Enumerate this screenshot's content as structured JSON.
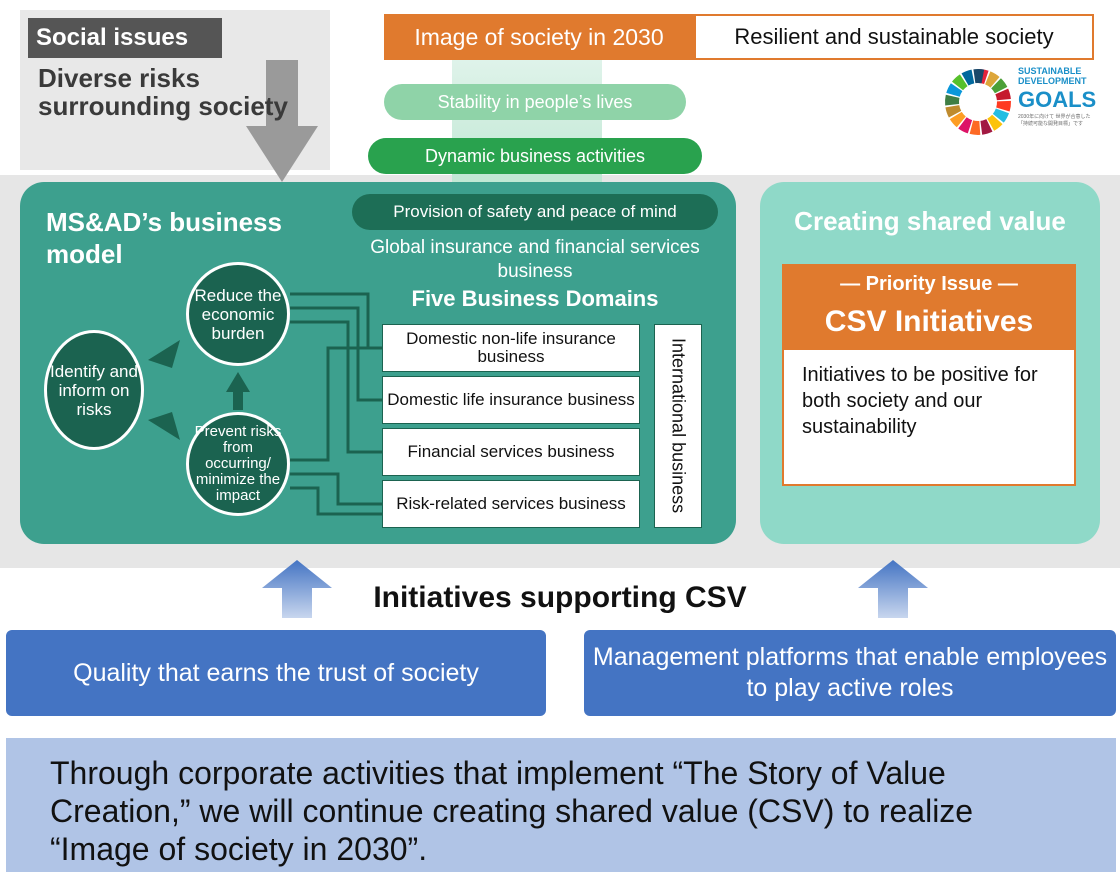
{
  "social": {
    "label": "Social issues",
    "text": "Diverse risks surrounding society"
  },
  "image2030": {
    "label": "Image of society in 2030",
    "value": "Resilient and sustainable society"
  },
  "sdg": {
    "title": "SUSTAINABLE DEVELOPMENT",
    "goals": "GOALS",
    "small_text": "2030年に向けて 世界が合意した 「持続可能な開発目標」です"
  },
  "pills": {
    "stability": "Stability in people’s lives",
    "dynamic": "Dynamic business activities",
    "safety": "Provision of safety and peace of mind"
  },
  "model": {
    "title": "MS&AD’s business model",
    "global": "Global insurance and financial services business",
    "domains_title": "Five Business Domains",
    "identify": "Identify and inform on risks",
    "reduce": "Reduce the economic burden",
    "prevent": "Prevent risks from occurring/ minimize the impact",
    "domains": [
      "Domestic non-life insurance business",
      "Domestic life insurance business",
      "Financial services business",
      "Risk-related services business"
    ],
    "international": "International business"
  },
  "csv": {
    "title": "Creating shared value",
    "priority": "— Priority Issue —",
    "initiatives": "CSV Initiatives",
    "description": "Initiatives to be positive for both society and our sustainability"
  },
  "support": {
    "title": "Initiatives supporting CSV",
    "left": "Quality that earns the trust of society",
    "right": "Management platforms that enable employees to play active roles"
  },
  "bottom": "Through corporate activities that implement “The Story of Value Creation,” we will continue creating shared value (CSV) to realize “Image of society in 2030”.",
  "colors": {
    "orange": "#e07a2e",
    "teal": "#3da08e",
    "dark_green": "#1b6350",
    "light_teal": "#8fd9c8",
    "blue": "#4474c3",
    "light_blue": "#b0c4e6",
    "green": "#29a24e",
    "light_green": "#8fd3a8"
  }
}
